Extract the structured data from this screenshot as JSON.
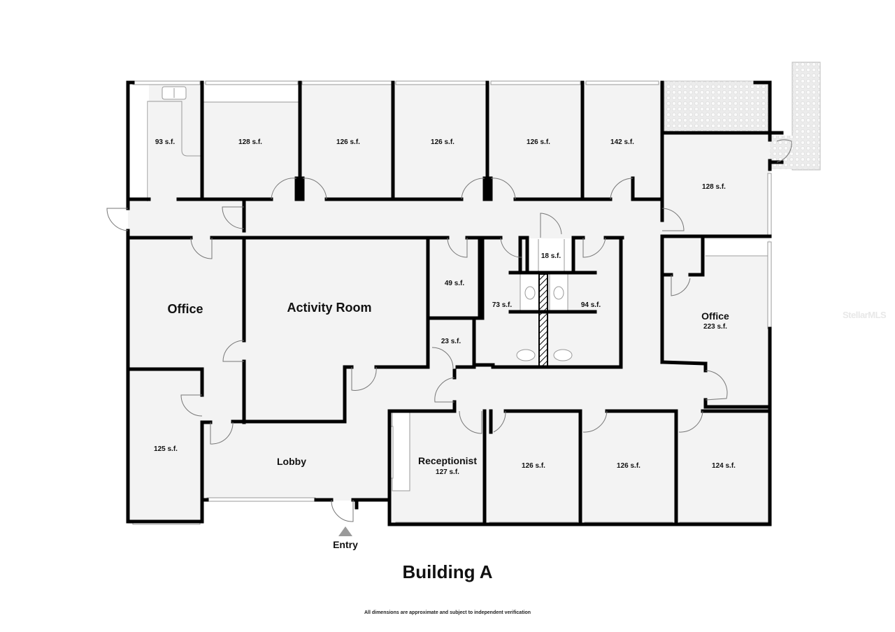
{
  "plan": {
    "title": "Building A",
    "disclaimer": "All dimensions are approximate and subject to independent verification",
    "entry_label": "Entry",
    "watermark": "StellarMLS",
    "colors": {
      "floor": "#f3f3f3",
      "wall": "#000000",
      "window": "#cfcfcf",
      "patio": "#e6e6e6",
      "entry_arrow": "#9a9a9a"
    }
  },
  "rooms": {
    "top_row": [
      {
        "id": "kitchenette",
        "area": "93 s.f."
      },
      {
        "id": "top-office-1",
        "area": "128 s.f."
      },
      {
        "id": "top-office-2",
        "area": "126 s.f."
      },
      {
        "id": "top-office-3",
        "area": "126 s.f."
      },
      {
        "id": "top-office-4",
        "area": "126 s.f."
      },
      {
        "id": "top-office-5",
        "area": "142 s.f."
      },
      {
        "id": "corner-office-ne",
        "area": "128 s.f."
      }
    ],
    "middle": {
      "office_west": {
        "name": "Office"
      },
      "activity_room": {
        "name": "Activity Room"
      },
      "storage_49": {
        "area": "49 s.f."
      },
      "closet_23": {
        "area": "23 s.f."
      },
      "restroom_73": {
        "area": "73 s.f."
      },
      "janitor_18": {
        "area": "18 s.f."
      },
      "restroom_94": {
        "area": "94 s.f."
      },
      "office_east": {
        "name": "Office",
        "area": "223 s.f."
      }
    },
    "bottom_row": [
      {
        "id": "sw-office",
        "area": "125 s.f."
      },
      {
        "id": "lobby",
        "name": "Lobby"
      },
      {
        "id": "receptionist",
        "name": "Receptionist",
        "area": "127 s.f."
      },
      {
        "id": "bottom-office-1",
        "area": "126 s.f."
      },
      {
        "id": "bottom-office-2",
        "area": "126 s.f."
      },
      {
        "id": "bottom-office-3",
        "area": "124 s.f."
      }
    ]
  }
}
